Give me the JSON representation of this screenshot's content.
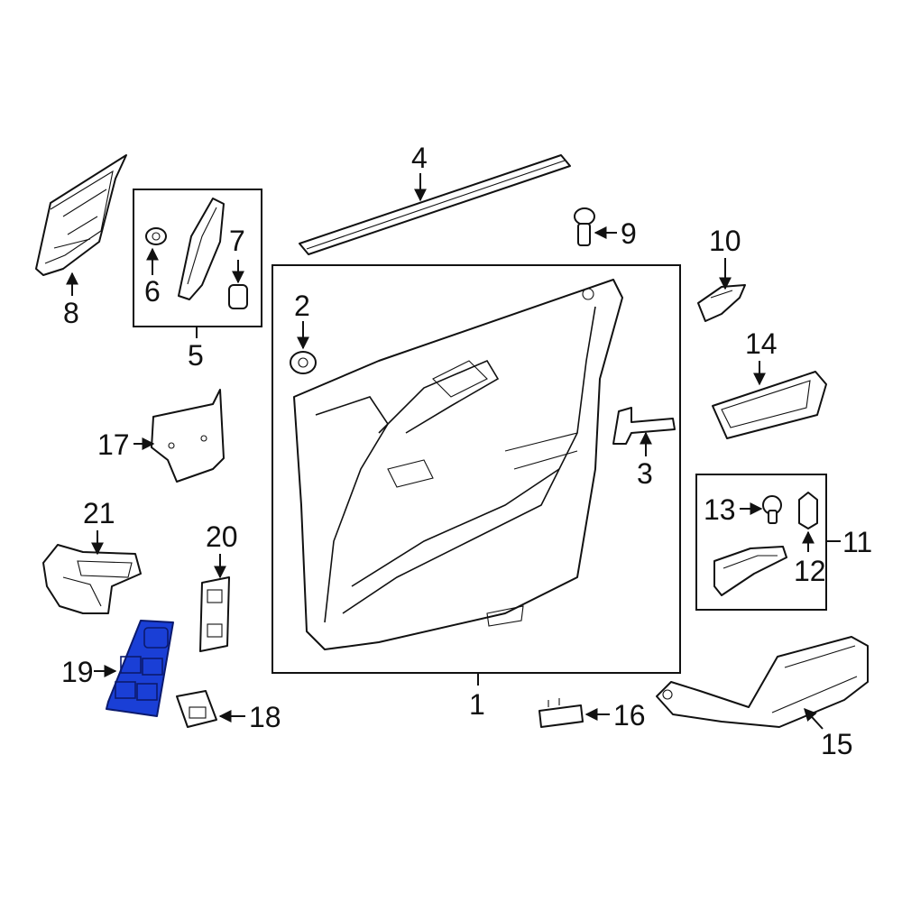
{
  "diagram": {
    "highlight_color": "#1a3fd6",
    "line_color": "#111111",
    "background": "#ffffff",
    "callouts": [
      "1",
      "2",
      "3",
      "4",
      "5",
      "6",
      "7",
      "8",
      "9",
      "10",
      "11",
      "12",
      "13",
      "14",
      "15",
      "16",
      "17",
      "18",
      "19",
      "20",
      "21"
    ],
    "highlighted_part": "19"
  }
}
